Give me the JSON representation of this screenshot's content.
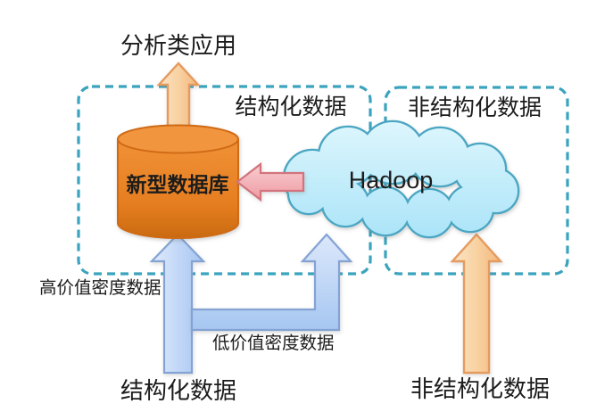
{
  "diagram": {
    "title_top": "分析类应用",
    "zones": {
      "structured": {
        "label": "结构化数据"
      },
      "unstructured": {
        "label": "非结构化数据"
      }
    },
    "nodes": {
      "database": {
        "label": "新型数据库"
      },
      "cloud": {
        "label": "Hadoop"
      }
    },
    "flows": {
      "high_value_label": "高价值密度数据",
      "low_value_label": "低价值密度数据",
      "source_structured": "结构化数据",
      "source_unstructured": "非结构化数据"
    },
    "colors": {
      "zone_border": "#3ba3be",
      "cylinder_fill": "#ec8526",
      "cylinder_border": "#d06a15",
      "cloud_border": "#4aa6c2",
      "arrow_orange_border": "#e59a5e",
      "arrow_blue_border": "#84a3d4",
      "arrow_pink_border": "#d2737d",
      "text": "#1c1c1c"
    }
  }
}
